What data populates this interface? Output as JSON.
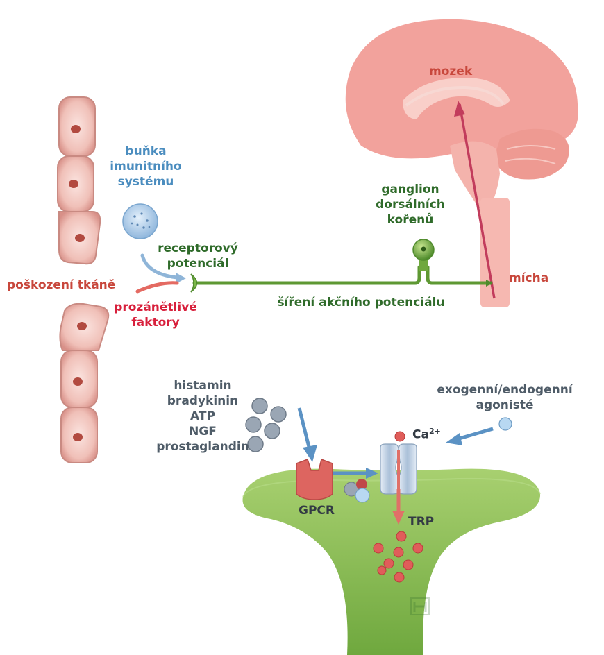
{
  "labels": {
    "brain": "mozek",
    "spinal_cord": "mícha",
    "immune_cell": [
      "buňka",
      "imunitního",
      "systému"
    ],
    "receptor_potential": [
      "receptorový",
      "potenciál"
    ],
    "tissue_damage": "poškození tkáně",
    "proinflammatory_factors": [
      "prozánětlivé",
      "faktory"
    ],
    "ganglion": [
      "ganglion",
      "dorsálních",
      "kořenů"
    ],
    "action_potential": "šíření akčního potenciálu",
    "mediators": [
      "histamin",
      "bradykinin",
      "ATP",
      "NGF",
      "prostaglandin"
    ],
    "agonists": [
      "exogenní/endogenní",
      "agonisté"
    ],
    "calcium_base": "Ca",
    "calcium_sup": "2+",
    "gpcr": "GPCR",
    "trp": "TRP"
  },
  "colors": {
    "tissue_red": "#c8473c",
    "immune_blue": "#4b8dbf",
    "neuron_green": "#2f6b2a",
    "inflammatory_red": "#d8203c",
    "mediator_gray": "#4f5c68",
    "brain_pink": "#f2a29c",
    "neuron_body": "#90c25a"
  },
  "icons": [
    "epithelial-cell-icon",
    "immune-cell-icon",
    "brain-icon",
    "ganglion-icon",
    "gpcr-receptor-icon",
    "trp-channel-icon",
    "watermark-logo"
  ]
}
